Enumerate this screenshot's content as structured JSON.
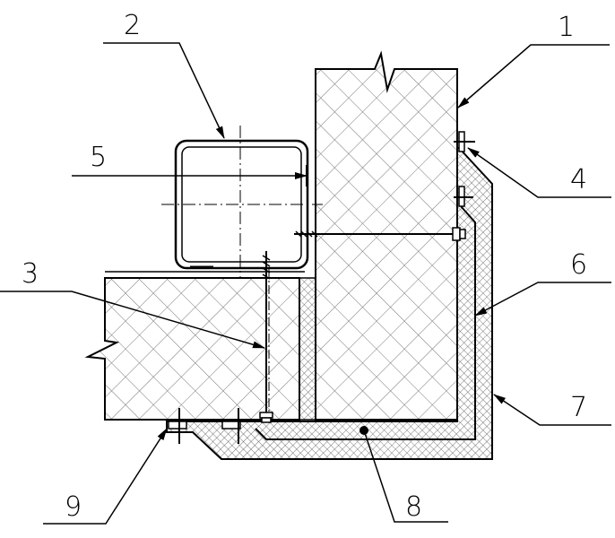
{
  "diagram": {
    "labels": {
      "l1": "1",
      "l2": "2",
      "l3": "3",
      "l4": "4",
      "l5": "5",
      "l6": "6",
      "l7": "7",
      "l8": "8",
      "l9": "9"
    },
    "colors": {
      "line": "#000000",
      "hatch": "#555555"
    }
  }
}
